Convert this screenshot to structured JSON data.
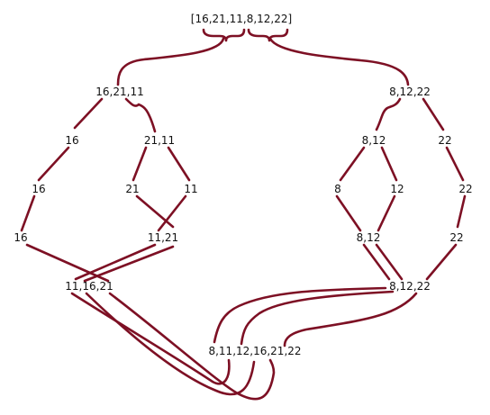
{
  "colors": {
    "edge": "#7d1024",
    "text": "#111111",
    "background": "#ffffff"
  },
  "labels": {
    "root": "[16,21,11,8,12,22]",
    "l1_left": "16,21,11",
    "l1_right": "8,12,22",
    "l2_a": "16",
    "l2_b": "21,11",
    "l2_c": "8,12",
    "l2_d": "22",
    "l3_a": "16",
    "l3_b": "21",
    "l3_c": "11",
    "l3_d": "8",
    "l3_e": "12",
    "l3_f": "22",
    "l4_a": "16",
    "l4_b": "11,21",
    "l4_c": "8,12",
    "l4_d": "22",
    "l5_left": "11,16,21",
    "l5_right": "8,12,22",
    "result": "8,11,12,16,21,22"
  }
}
